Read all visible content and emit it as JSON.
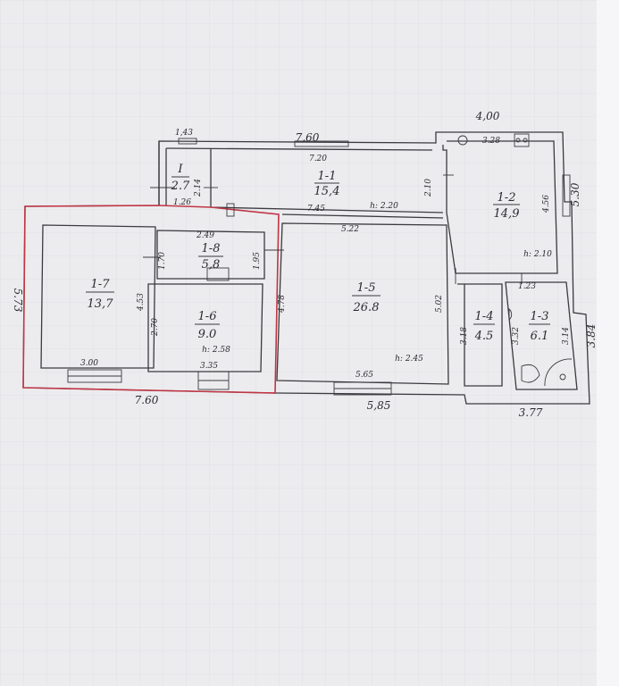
{
  "floor_plan": {
    "overall_dimensions": {
      "top_width": "7,60",
      "top_left_small": "1,43",
      "right_top_width": "4,00",
      "bottom_left_width": "7.60",
      "bottom_middle_width": "5,85",
      "bottom_right_width": "3.77",
      "left_height": "5.73",
      "right_upper_height": "5.30",
      "right_lower_height": "3.84"
    },
    "rooms": [
      {
        "id": "I",
        "area": "2.7",
        "dims": [
          "1.26",
          "2.14"
        ]
      },
      {
        "id": "1-1",
        "area": "15,4",
        "dims": [
          "7.20",
          "7.45",
          "h: 2.20",
          "2.10"
        ]
      },
      {
        "id": "1-2",
        "area": "14,9",
        "dims": [
          "3.28",
          "4.56",
          "h: 2.10"
        ]
      },
      {
        "id": "1-3",
        "area": "6.1",
        "dims": [
          "1.23",
          "3.32",
          "3.14"
        ]
      },
      {
        "id": "1-4",
        "area": "4.5",
        "dims": [
          "3.18"
        ]
      },
      {
        "id": "1-5",
        "area": "26.8",
        "dims": [
          "5.22",
          "5.02",
          "4.78",
          "5.65",
          "h: 2.45"
        ]
      },
      {
        "id": "1-6",
        "area": "9.0",
        "dims": [
          "2.70",
          "3.35",
          "h: 2.58"
        ]
      },
      {
        "id": "1-7",
        "area": "13,7",
        "dims": [
          "4.53",
          "3.00"
        ]
      },
      {
        "id": "1-8",
        "area": "5,8",
        "dims": [
          "2.49",
          "1.70",
          "1.95"
        ]
      }
    ]
  }
}
